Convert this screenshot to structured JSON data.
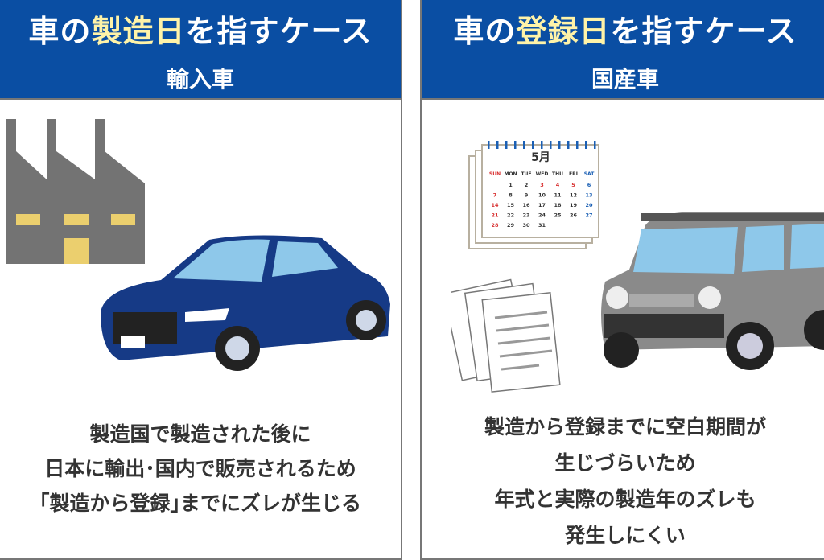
{
  "left": {
    "title_pre": "車の",
    "title_hl": "製造日",
    "title_post": "を指すケース",
    "subtitle": "輸入車",
    "lines": [
      "製造国で製造された後に",
      "日本に輸出･国内で販売されるため",
      "｢製造から登録｣までにズレが生じる"
    ]
  },
  "right": {
    "title_pre": "車の",
    "title_hl": "登録日",
    "title_post": "を指すケース",
    "subtitle": "国産車",
    "lines": [
      "製造から登録までに空白期間が",
      "生じづらいため",
      "年式と実際の製造年のズレも",
      "発生しにくい"
    ]
  },
  "calendar": {
    "month": "5月",
    "weekdays": [
      "SUN",
      "MON",
      "TUE",
      "WED",
      "THU",
      "FRI",
      "SAT"
    ],
    "first_weekday": 1,
    "days": 31,
    "holidays": [
      3,
      4,
      5
    ]
  },
  "colors": {
    "header": "#0a4ea3",
    "highlight": "#fff3a8",
    "left_car": "#163a86",
    "right_car": "#8a8a8a"
  }
}
